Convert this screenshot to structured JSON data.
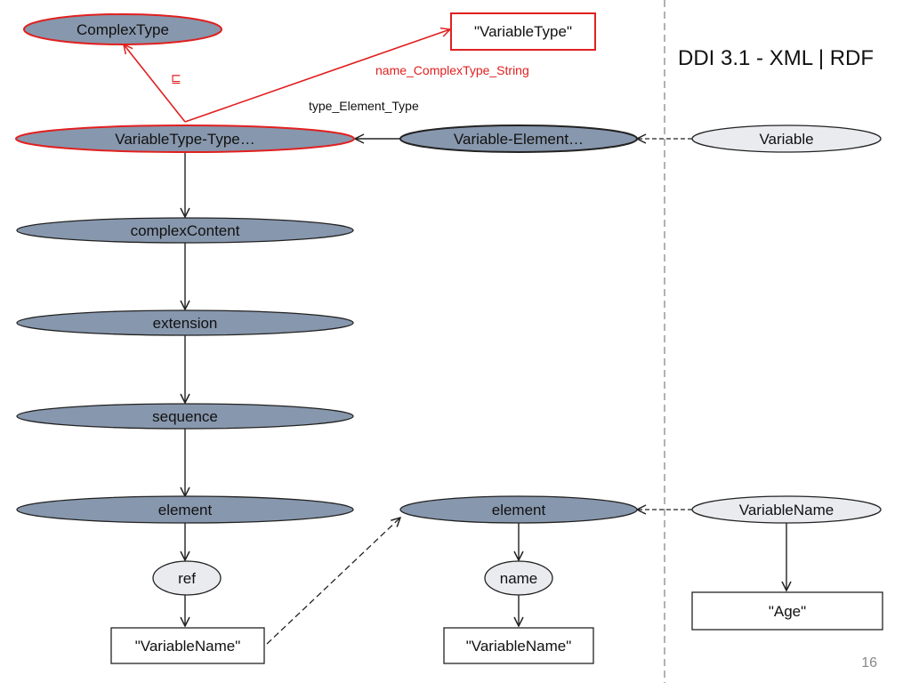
{
  "title": "DDI 3.1 - XML | RDF",
  "page_number": "16",
  "colors": {
    "red": "#e0201f",
    "dark_fill": "#8797ad",
    "light_fill": "#e9ebef",
    "stroke": "#222222",
    "divider": "#999999"
  },
  "nodes": {
    "complex_type": "ComplexType",
    "variable_type_literal": "\"VariableType\"",
    "variable_type_type": "VariableType-Type…",
    "variable_element": "Variable-Element…",
    "variable": "Variable",
    "complex_content": "complexContent",
    "extension": "extension",
    "sequence": "sequence",
    "element_left": "element",
    "element_mid": "element",
    "variable_name": "VariableName",
    "ref": "ref",
    "name": "name",
    "variable_name_literal_left": "\"VariableName\"",
    "variable_name_literal_mid": "\"VariableName\"",
    "age_literal": "\"Age\""
  },
  "edge_labels": {
    "subclass_symbol": "⊑",
    "name_complex_type_string": "name_ComplexType_String",
    "type_element_type": "type_Element_Type"
  }
}
